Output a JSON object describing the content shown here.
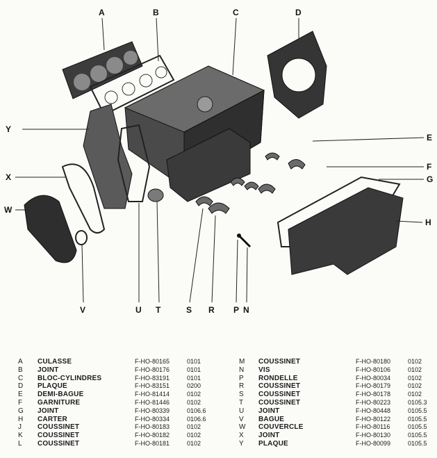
{
  "callouts": [
    {
      "letter": "A"
    },
    {
      "letter": "B"
    },
    {
      "letter": "C"
    },
    {
      "letter": "D"
    },
    {
      "letter": "E"
    },
    {
      "letter": "F"
    },
    {
      "letter": "G"
    },
    {
      "letter": "H"
    },
    {
      "letter": "Y"
    },
    {
      "letter": "X"
    },
    {
      "letter": "W"
    },
    {
      "letter": "V"
    },
    {
      "letter": "U"
    },
    {
      "letter": "T"
    },
    {
      "letter": "S"
    },
    {
      "letter": "R"
    },
    {
      "letter": "P"
    },
    {
      "letter": "N"
    }
  ],
  "legend_left": [
    {
      "letter": "A",
      "name": "CULASSE",
      "ref": "F-HO-80165",
      "num": "0101"
    },
    {
      "letter": "B",
      "name": "JOINT",
      "ref": "F-HO-80176",
      "num": "0101"
    },
    {
      "letter": "C",
      "name": "BLOC-CYLINDRES",
      "ref": "F-HO-83191",
      "num": "0101"
    },
    {
      "letter": "D",
      "name": "PLAQUE",
      "ref": "F-HO-83151",
      "num": "0200"
    },
    {
      "letter": "E",
      "name": "DEMI-BAGUE",
      "ref": "F-HO-81414",
      "num": "0102"
    },
    {
      "letter": "F",
      "name": "GARNITURE",
      "ref": "F-HO-81446",
      "num": "0102"
    },
    {
      "letter": "G",
      "name": "JOINT",
      "ref": "F-HO-80339",
      "num": "0106.6"
    },
    {
      "letter": "H",
      "name": "CARTER",
      "ref": "F-HO-80334",
      "num": "0106.6"
    },
    {
      "letter": "J",
      "name": "COUSSINET",
      "ref": "F-HO-80183",
      "num": "0102"
    },
    {
      "letter": "K",
      "name": "COUSSINET",
      "ref": "F-HO-80182",
      "num": "0102"
    },
    {
      "letter": "L",
      "name": "COUSSINET",
      "ref": "F-HO-80181",
      "num": "0102"
    }
  ],
  "legend_right": [
    {
      "letter": "M",
      "name": "COUSSINET",
      "ref": "F-HO-80180",
      "num": "0102"
    },
    {
      "letter": "N",
      "name": "VIS",
      "ref": "F-HO-80106",
      "num": "0102"
    },
    {
      "letter": "P",
      "name": "RONDELLE",
      "ref": "F-HO-80034",
      "num": "0102"
    },
    {
      "letter": "R",
      "name": "COUSSINET",
      "ref": "F-HO-80179",
      "num": "0102"
    },
    {
      "letter": "S",
      "name": "COUSSINET",
      "ref": "F-HO-80178",
      "num": "0102"
    },
    {
      "letter": "T",
      "name": "COUSSINET",
      "ref": "F-HO-80223",
      "num": "0105.3"
    },
    {
      "letter": "U",
      "name": "JOINT",
      "ref": "F-HO-80448",
      "num": "0105.5"
    },
    {
      "letter": "V",
      "name": "BAGUE",
      "ref": "F-HO-80122",
      "num": "0105.5"
    },
    {
      "letter": "W",
      "name": "COUVERCLE",
      "ref": "F-HO-80116",
      "num": "0105.5"
    },
    {
      "letter": "X",
      "name": "JOINT",
      "ref": "F-HO-80130",
      "num": "0105.5"
    },
    {
      "letter": "Y",
      "name": "PLAQUE",
      "ref": "F-HO-80099",
      "num": "0105.5"
    }
  ]
}
